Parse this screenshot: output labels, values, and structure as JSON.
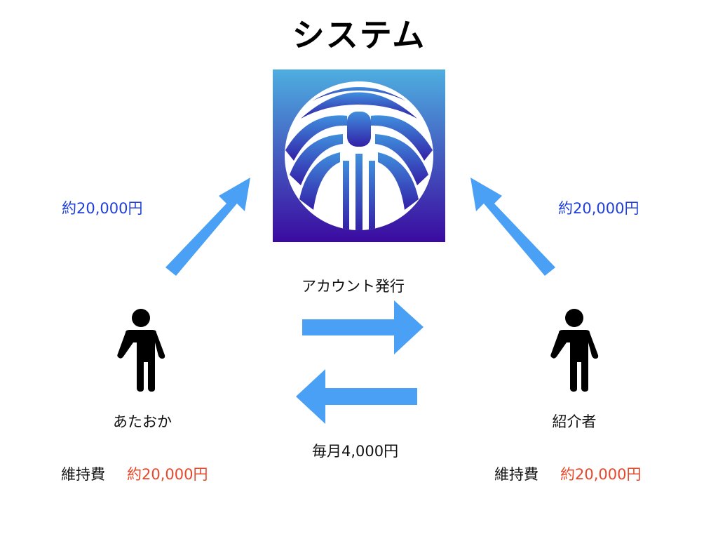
{
  "title": "システム",
  "logo_icon": "system-logo-icon",
  "left_user": {
    "icon": "person-icon",
    "name": "あたおか",
    "fee_label": "維持費",
    "fee_value": "約20,000円",
    "payment_to_system": "約20,000円"
  },
  "right_user": {
    "icon": "person-icon",
    "name": "紹介者",
    "fee_label": "維持費",
    "fee_value": "約20,000円",
    "payment_to_system": "約20,000円"
  },
  "flow": {
    "issue_account": "アカウント発行",
    "monthly_fee": "毎月4,000円"
  },
  "colors": {
    "arrow": "#4aa0f4",
    "payment_text": "#1f3fd8",
    "fee_value": "#e8472a",
    "logo_gradient_top": "#4eaee0",
    "logo_gradient_bottom": "#3a0aa0"
  }
}
